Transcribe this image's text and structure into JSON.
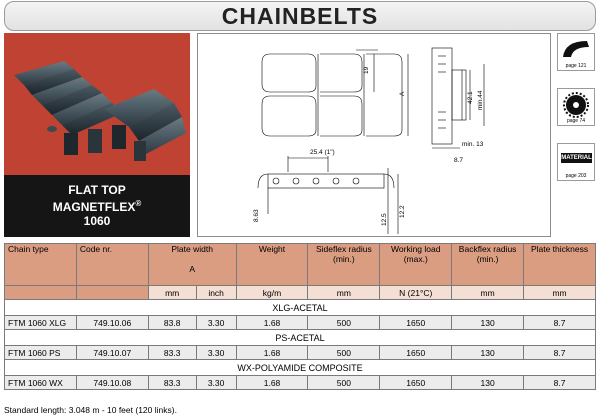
{
  "header": {
    "title": "CHAINBELTS"
  },
  "product": {
    "line1": "FLAT TOP",
    "line2": "MAGNETFLEX",
    "registered": "®",
    "line3": "1060"
  },
  "drawing": {
    "dims": {
      "d19": "19",
      "dA": "A",
      "d42_1": "42.1",
      "dmin44": "min.44",
      "dmin13": "min. 13",
      "d8_7": "8.7",
      "d25_4": "25.4 (1\")",
      "d8_63": "8.63",
      "d12_5": "12.5",
      "d12_2": "12.2"
    }
  },
  "side_icons": [
    {
      "name": "page-121",
      "label": "page 121"
    },
    {
      "name": "page-74",
      "label": "page 74"
    },
    {
      "name": "page-203",
      "label": "page 203",
      "text": "MATERIAL"
    }
  ],
  "table": {
    "headers": {
      "chain_type": "Chain type",
      "code_nr": "Code nr.",
      "plate_width": "Plate width",
      "plate_width_sub": "A",
      "weight": "Weight",
      "sideflex": "Sideflex radius (min.)",
      "working_load": "Working load (max.)",
      "backflex": "Backflex radius (min.)",
      "thickness": "Plate thickness"
    },
    "units": {
      "mm": "mm",
      "inch": "inch",
      "kgm": "kg/m",
      "sideflex": "mm",
      "load": "N (21°C)",
      "backflex": "mm",
      "thickness": "mm"
    },
    "groups": [
      {
        "material": "XLG-ACETAL",
        "row": {
          "type": "FTM 1060 XLG",
          "code": "749.10.06",
          "mm": "83.8",
          "inch": "3.30",
          "weight": "1.68",
          "sideflex": "500",
          "load": "1650",
          "backflex": "130",
          "thickness": "8.7"
        }
      },
      {
        "material": "PS-ACETAL",
        "row": {
          "type": "FTM 1060 PS",
          "code": "749.10.07",
          "mm": "83.3",
          "inch": "3.30",
          "weight": "1.68",
          "sideflex": "500",
          "load": "1650",
          "backflex": "130",
          "thickness": "8.7"
        }
      },
      {
        "material": "WX-POLYAMIDE COMPOSITE",
        "row": {
          "type": "FTM 1060 WX",
          "code": "749.10.08",
          "mm": "83.3",
          "inch": "3.30",
          "weight": "1.68",
          "sideflex": "500",
          "load": "1650",
          "backflex": "130",
          "thickness": "8.7"
        }
      }
    ]
  },
  "footer": {
    "text": "Standard length: 3.048 m - 10 feet (120 links)."
  },
  "colors": {
    "header_bg": "#db9d82",
    "units_bg": "#f4dfd4",
    "row_bg": "#ececec",
    "photo_bg": "#bf4232",
    "product_bg": "#151515"
  }
}
